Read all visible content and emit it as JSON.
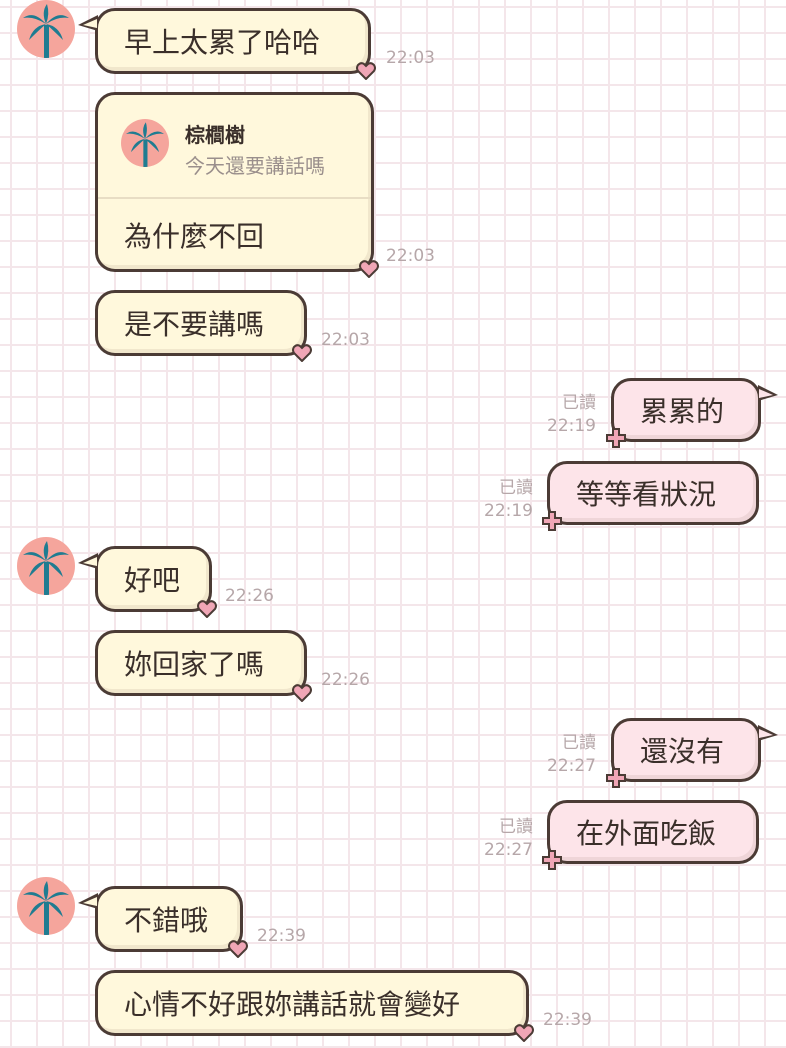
{
  "contact": {
    "avatar_icon": "palm-tree-icon",
    "avatar_color": "#f5a59c",
    "palm_color": "#1f7c91"
  },
  "colors": {
    "incoming_bubble": "#fff8dc",
    "outgoing_bubble": "#fde4e9",
    "bubble_border": "#4b3b35",
    "timestamp": "#b6a7a9"
  },
  "messages": [
    {
      "direction": "in",
      "text": "早上太累了哈哈",
      "time": "22:03"
    },
    {
      "direction": "in",
      "type": "reply",
      "quote": {
        "name": "棕櫚樹",
        "text": "今天還要講話嗎"
      },
      "text": "為什麼不回",
      "time": "22:03"
    },
    {
      "direction": "in",
      "text": "是不要講嗎",
      "time": "22:03"
    },
    {
      "direction": "out",
      "text": "累累的",
      "read": "已讀",
      "time": "22:19"
    },
    {
      "direction": "out",
      "text": "等等看狀況",
      "read": "已讀",
      "time": "22:19"
    },
    {
      "direction": "in",
      "text": "好吧",
      "time": "22:26"
    },
    {
      "direction": "in",
      "text": "妳回家了嗎",
      "time": "22:26"
    },
    {
      "direction": "out",
      "text": "還沒有",
      "read": "已讀",
      "time": "22:27"
    },
    {
      "direction": "out",
      "text": "在外面吃飯",
      "read": "已讀",
      "time": "22:27"
    },
    {
      "direction": "in",
      "text": "不錯哦",
      "time": "22:39"
    },
    {
      "direction": "in",
      "text": "心情不好跟妳講話就會變好",
      "time": "22:39"
    }
  ]
}
